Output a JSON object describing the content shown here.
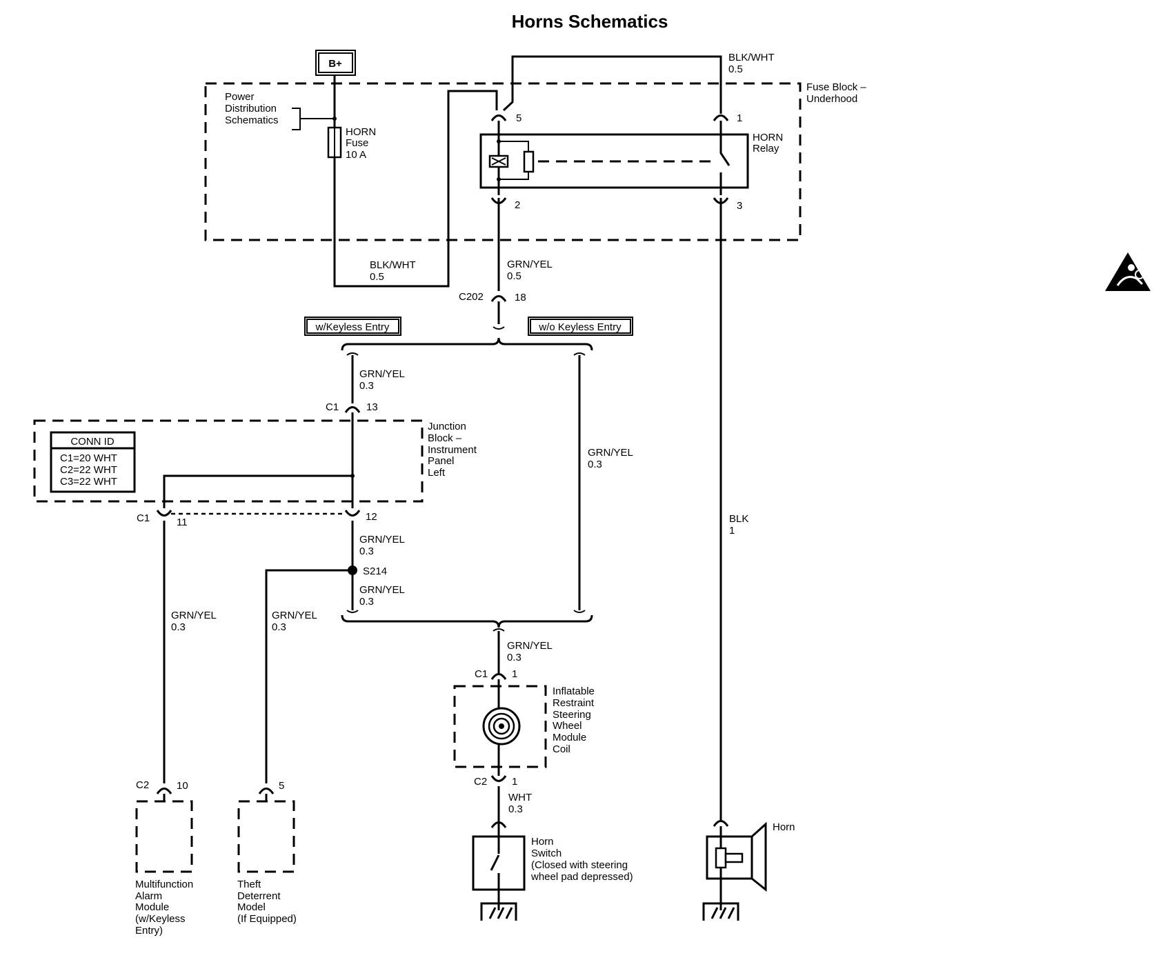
{
  "title": "Horns Schematics",
  "source": {
    "label": "B+"
  },
  "power_distribution": {
    "line1": "Power",
    "line2": "Distribution",
    "line3": "Schematics"
  },
  "fuse": {
    "line1": "HORN",
    "line2": "Fuse",
    "line3": "10 A"
  },
  "fuse_block": {
    "line1": "Fuse Block –",
    "line2": "Underhood"
  },
  "relay": {
    "line1": "HORN",
    "line2": "Relay",
    "pin5": "5",
    "pin1": "1",
    "pin2": "2",
    "pin3": "3"
  },
  "wires": {
    "w_top_color": "BLK/WHT",
    "w_top_size": "0.5",
    "w_feed_color": "BLK/WHT",
    "w_feed_size": "0.5",
    "w_relay_out_color": "GRN/YEL",
    "w_relay_out_size": "0.5",
    "w_ke_upper_color": "GRN/YEL",
    "w_ke_upper_size": "0.3",
    "w_noke_color": "GRN/YEL",
    "w_noke_size": "0.3",
    "w_jb_out_color": "GRN/YEL",
    "w_jb_out_size": "0.3",
    "w_s214_down_color": "GRN/YEL",
    "w_s214_down_size": "0.3",
    "w_alarm_color": "GRN/YEL",
    "w_alarm_size": "0.3",
    "w_theft_color": "GRN/YEL",
    "w_theft_size": "0.3",
    "w_coil_in_color": "GRN/YEL",
    "w_coil_in_size": "0.3",
    "w_switch_color": "WHT",
    "w_switch_size": "0.3",
    "w_horn_color": "BLK",
    "w_horn_size": "1"
  },
  "connectors": {
    "c202": "C202",
    "c202_pin": "18",
    "jb_c1_top": "C1",
    "jb_c1_top_pin": "13",
    "jb_c1_12_pin": "12",
    "jb_c1_left": "C1",
    "jb_c1_left_pin": "11",
    "coil_c1": "C1",
    "coil_c1_pin": "1",
    "coil_c2": "C2",
    "coil_c2_pin": "1",
    "alarm_c2": "C2",
    "alarm_pin": "10",
    "theft_pin": "5"
  },
  "options": {
    "with_keyless": "w/Keyless Entry",
    "without_keyless": "w/o Keyless Entry"
  },
  "splice": "S214",
  "junction_block": {
    "line1": "Junction",
    "line2": "Block –",
    "line3": "Instrument",
    "line4": "Panel",
    "line5": "Left"
  },
  "conn_id": {
    "header": "CONN ID",
    "row1": "C1=20 WHT",
    "row2": "C2=22 WHT",
    "row3": "C3=22 WHT"
  },
  "coil": {
    "line1": "Inflatable",
    "line2": "Restraint",
    "line3": "Steering",
    "line4": "Wheel",
    "line5": "Module",
    "line6": "Coil"
  },
  "alarm_module": {
    "line1": "Multifunction",
    "line2": "Alarm",
    "line3": "Module",
    "line4": "(w/Keyless",
    "line5": "Entry)"
  },
  "theft_module": {
    "line1": "Theft",
    "line2": "Deterrent",
    "line3": "Model",
    "line4": "(If Equipped)"
  },
  "horn_switch": {
    "line1": "Horn",
    "line2": "Switch",
    "line3": "(Closed with steering",
    "line4": "wheel pad depressed)"
  },
  "horn": {
    "label": "Horn"
  }
}
